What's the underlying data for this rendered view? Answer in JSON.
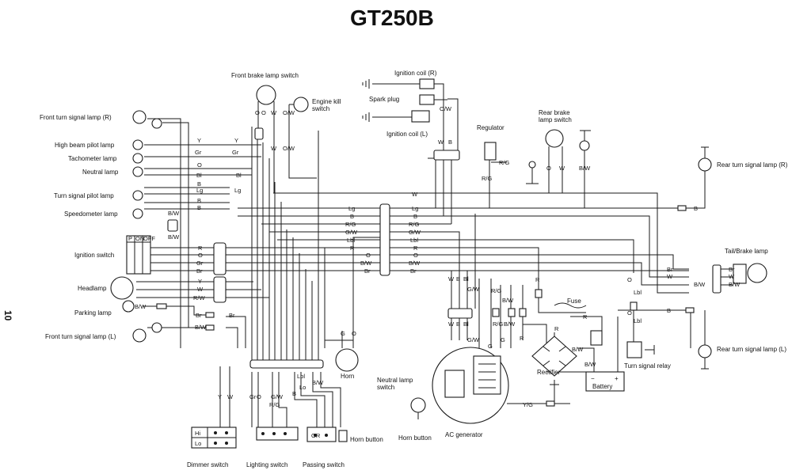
{
  "title": "GT250B",
  "page_number": "10",
  "left_components": [
    "Front turn signal lamp (R)",
    "High beam pilot lamp",
    "Tachometer lamp",
    "Neutral lamp",
    "Turn signal pilot lamp",
    "Speedometer lamp",
    "Ignition switch",
    "Headlamp",
    "Parking lamp",
    "Front turn signal lamp (L)"
  ],
  "top_components": {
    "front_brake_lamp_switch": "Front brake lamp switch",
    "engine_kill_switch": "Engine kill\nswitch",
    "ignition_coil_r": "Ignition coil (R)",
    "spark_plug": "Spark plug",
    "ignition_coil_l": "Ignition coil (L)",
    "regulator": "Regulator",
    "rear_brake_lamp_switch": "Rear brake\nlamp switch"
  },
  "right_components": {
    "rear_turn_r": "Rear turn signal lamp (R)",
    "tail_brake": "Tail/Brake lamp",
    "rear_turn_l": "Rear turn signal lamp (L)",
    "fuse": "Fuse",
    "rectifier": "Rectifier",
    "battery": "Battery",
    "turn_signal_relay": "Turn signal relay"
  },
  "bottom_components": {
    "horn": "Horn",
    "neutral_lamp_switch": "Neutral lamp\nswitch",
    "horn_button_bottom": "Horn button",
    "ac_generator": "AC generator",
    "dimmer_switch": "Dimmer switch",
    "lighting_switch": "Lighting switch",
    "passing_switch": "Passing switch",
    "horn_button_side": "Horn button"
  },
  "switch_labels": {
    "ignition_header": [
      "P",
      "ON",
      "OFF"
    ],
    "dimmer": [
      "Hi",
      "Lo"
    ],
    "passing_tag": "OR"
  },
  "wire_labels": {
    "left_dash": [
      "Y",
      "Gr",
      "O",
      "Bl",
      "B",
      "Lg",
      "B",
      "B",
      "B/W",
      "B/W",
      "Y",
      "Gr",
      "Bl",
      "Lg"
    ],
    "ignition": [
      "R",
      "O",
      "Gr",
      "Br"
    ],
    "headlamp": [
      "Y",
      "W",
      "R/W",
      "B/W",
      "Br",
      "B/W",
      "Br"
    ],
    "harness_main": [
      "W",
      "Lg",
      "B",
      "R/G",
      "G/W",
      "Lbl",
      "R",
      "O",
      "Br",
      "B/W",
      "R",
      "Lg",
      "B",
      "R/G",
      "G/W",
      "Lbl",
      "O",
      "B/W",
      "Br"
    ],
    "top_switch": [
      "O",
      "O",
      "W",
      "O/W",
      "W",
      "O/W",
      "B/W",
      "B/W"
    ],
    "coil": [
      "O/W",
      "W",
      "B"
    ],
    "regulator": [
      "R/G",
      "R/G"
    ],
    "rear_brake": [
      "O",
      "W",
      "B/W"
    ],
    "generator": [
      "W",
      "B",
      "Bl",
      "W",
      "B",
      "Bl",
      "G/W",
      "G/W",
      "G",
      "R/G",
      "B/W",
      "R/G",
      "B/W",
      "G",
      "R",
      "R",
      "Y/G"
    ],
    "rectifier": [
      "R",
      "R",
      "B/W",
      "B/W"
    ],
    "tail": [
      "Br",
      "W",
      "B/W",
      "Br",
      "W",
      "B/W",
      "B",
      "B",
      "Lbl",
      "Lbl",
      "O",
      "O"
    ],
    "horn": [
      "G",
      "O"
    ],
    "bottom_switch": [
      "Y",
      "W",
      "Gr",
      "O",
      "G/W",
      "R/G",
      "Lbl",
      "B",
      "Lo",
      "B/W"
    ]
  }
}
